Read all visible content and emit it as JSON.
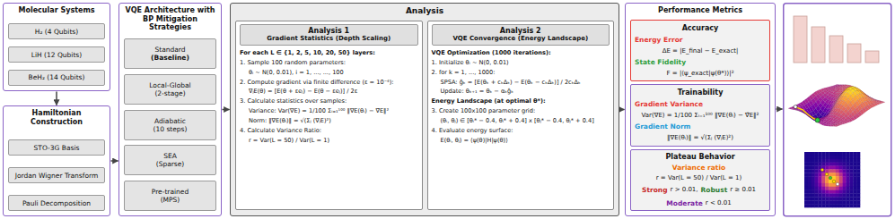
{
  "diagram": {
    "nodes": [
      {
        "text": [
          "Molecular Systems"
        ]
      },
      {
        "text": [
          "H₂ (4 Qubits)"
        ],
        "in": 0
      },
      {
        "text": [
          "LiH (12 Qubits)"
        ],
        "in": 0
      },
      {
        "text": [
          "BeH₂ (14 Qubits)"
        ],
        "in": 0
      },
      {
        "text": [
          "Hamiltonian Construction"
        ]
      },
      {
        "text": [
          "STO-3G Basis"
        ],
        "in": 4
      },
      {
        "text": [
          "Jordan Wigner Transform"
        ],
        "in": 4
      },
      {
        "text": [
          "Pauli Decomposition"
        ],
        "in": 4
      },
      {
        "text": [
          "VQE Architecture with BP Mitigation Strategies"
        ]
      },
      {
        "text": [
          "Standard",
          "(Baseline)"
        ],
        "in": 8
      },
      {
        "text": [
          "Local-Global",
          "(2-stage)"
        ],
        "in": 8
      },
      {
        "text": [
          "Adiabatic",
          "(10 steps)"
        ],
        "in": 8
      },
      {
        "text": [
          "SEA",
          "(Sparse)"
        ],
        "in": 8
      },
      {
        "text": [
          "Pre-trained",
          "(MPS)"
        ],
        "in": 8
      },
      {
        "text": [
          "Analysis"
        ]
      },
      {
        "text": [
          "Analysis 1",
          "Gradient Statistics (Depth Scaling)",
          "For each L ∈ {1, 2, 5, 10, 20, 50} layers:",
          "1. Sample 100 random parameters:",
          "θᵢ ~ N(0, 0.01), i = 1, ..., ..., 100",
          "2. Compute gradient via finite difference (ε = 10⁻⁴):",
          "∇ⱼE(θ) = [E(θ + εeⱼ) − E(θ − εeⱼ)] / 2ε",
          "3. Calculate statistics over samples:",
          "Variance: Var(∇E) = 1/100 Σᵢ₌₁¹⁰⁰ ‖∇E(θᵢ) − ∇̄E‖²",
          "Norm: ‖∇E(θᵢ)‖ = √(Σⱼ (∇ⱼE)²)",
          "4. Calculate Variance Ratio:",
          "r = Var(L = 50) / Var(L = 1)"
        ],
        "in": 14
      },
      {
        "text": [
          "Analysis 2",
          "VQE Convergence (Energy Landscape)",
          "VQE Optimization (1000 iterations):",
          "1. Initialize θᵢ ~ N(0, 0.01)",
          "2. for k = 1, ..., 1000:",
          "SPSA: ĝₖ = [E(θₖ + cₖΔₖ) − E(θₖ − cₖΔₖ)] / 2cₖΔₖ",
          "Update: θₖ₊₁ = θₖ − αₖĝₖ",
          "Energy Landscape (at optimal θ*):",
          "3. Create 100x100 parameter grid:",
          "(θᵢ, θⱼ) ∈ [θᵢ* − 0.4, θᵢ* + 0.4] x [θⱼ* − 0.4, θⱼ* + 0.4]",
          "4. Evaluate energy surface:",
          "E(θᵢ, θⱼ) = ⟨ψ(θ)|H|ψ(θ)⟩"
        ],
        "in": 14
      },
      {
        "text": [
          "Performance Metrics"
        ]
      },
      {
        "text": [
          "Accuracy",
          "Energy Error",
          "ΔE = |E_final − E_exact|",
          "State Fidelity",
          "F = |⟨ψ_exact|ψ(θ*)⟩|²"
        ],
        "in": 17
      },
      {
        "text": [
          "Trainability",
          "Gradient Variance",
          "Var(∇E) = 1/100 Σᵢ₌₁¹⁰⁰ ‖∇E(θᵢ) − ∇̄E‖²",
          "Gradient Norm",
          "‖∇E(θᵢ)‖ = √(Σⱼ (∇ⱼE)²)"
        ],
        "in": 17
      },
      {
        "text": [
          "Plateau Behavior",
          "Variance ratio",
          "r = Var(L = 50) / Var(L = 1)",
          "Strong",
          "r > 0.01,",
          "Robust",
          "r ≥ 0.01",
          "Moderate",
          "r < 0.01"
        ],
        "in": 17
      }
    ],
    "edges": [
      {
        "from": 0,
        "to": 4,
        "arrow": "to"
      },
      {
        "from": 4,
        "to": 8,
        "arrow": "to"
      },
      {
        "from": 8,
        "to": 14,
        "arrow": "to"
      },
      {
        "from": 14,
        "to": 17,
        "arrow": "to"
      }
    ]
  }
}
